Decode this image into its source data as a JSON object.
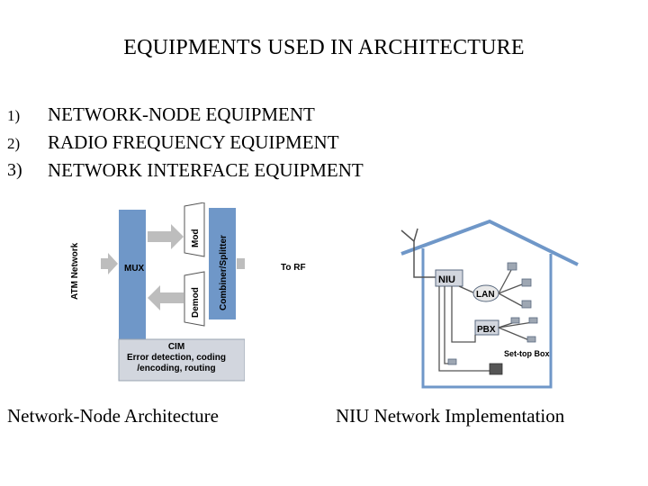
{
  "heading": "EQUIPMENTS USED IN ARCHITECTURE",
  "equipment_list": [
    {
      "number": "1)",
      "label": "NETWORK-NODE EQUIPMENT"
    },
    {
      "number": "2)",
      "label": "RADIO FREQUENCY EQUIPMENT"
    },
    {
      "number": "3)",
      "label": "NETWORK INTERFACE EQUIPMENT"
    }
  ],
  "network_node_diagram": {
    "atm_network": "ATM Network",
    "mux": "MUX",
    "mod": "Mod",
    "demod": "Demod",
    "combiner": "Combiner/Splitter",
    "to_rf": "To RF",
    "cim_title": "CIM",
    "cim_line1": "Error detection, coding",
    "cim_line2": "/encoding, routing",
    "caption": "Network-Node Architecture"
  },
  "niu_diagram": {
    "niu": "NIU",
    "lan": "LAN",
    "pbx": "PBX",
    "set_top_box": "Set-top Box",
    "caption": "NIU Network Implementation"
  },
  "colors": {
    "diagram_blue": "#6f97c8",
    "arrow_gray": "#bdbdbd",
    "box_gray": "#d2d6de"
  }
}
